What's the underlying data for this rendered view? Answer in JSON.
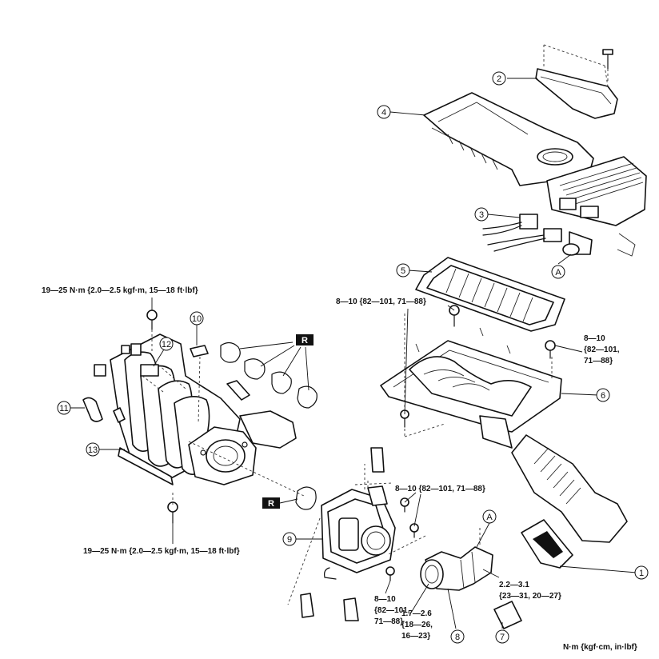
{
  "callouts": {
    "c1": "1",
    "c2": "2",
    "c3": "3",
    "c4": "4",
    "c5": "5",
    "c6": "6",
    "c7": "7",
    "c8": "8",
    "c9": "9",
    "c10": "10",
    "c11": "11",
    "c12": "12",
    "c13": "13",
    "cA_top": "A",
    "cA_hose": "A"
  },
  "torque_specs": {
    "manifold_top": "19—25 N·m {2.0—2.5 kgf·m, 15—18 ft·lbf}",
    "manifold_bottom": "19—25 N·m {2.0—2.5 kgf·m, 15—18 ft·lbf}",
    "aircleaner_left": "8—10 {82—101, 71—88}",
    "aircleaner_right": [
      "8—10",
      "{82—101,",
      "71—88}"
    ],
    "throttle_right": "8—10 {82—101, 71—88}",
    "throttle_bottom": [
      "8—10",
      "{82—101,",
      "71—88}"
    ],
    "clamp_left": [
      "1.7—2.6",
      "{18—26,",
      "16—23}"
    ],
    "clamp_right": [
      "2.2—3.1",
      "{23—31, 20—27}"
    ]
  },
  "replace_badges": {
    "r_top": "R",
    "r_mid": "R"
  },
  "units_note": "N·m {kgf·cm, in·lbf}"
}
